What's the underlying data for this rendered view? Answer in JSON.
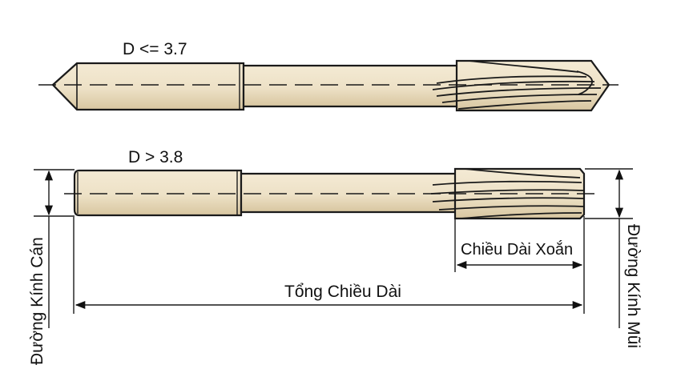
{
  "labels": {
    "top_condition": "D <= 3.7",
    "bottom_condition": "D > 3.8",
    "shank_diameter": "Đường Kính Cán",
    "flute_length": "Chiều Dài Xoắn",
    "overall_length": "Tổng Chiều Dài",
    "tip_diameter": "Đường Kính Mũi"
  },
  "colors": {
    "tool_body": "#ede1c6",
    "tool_shade": "#d9c8a4",
    "outline": "#1a1a1a",
    "background": "#ffffff"
  }
}
